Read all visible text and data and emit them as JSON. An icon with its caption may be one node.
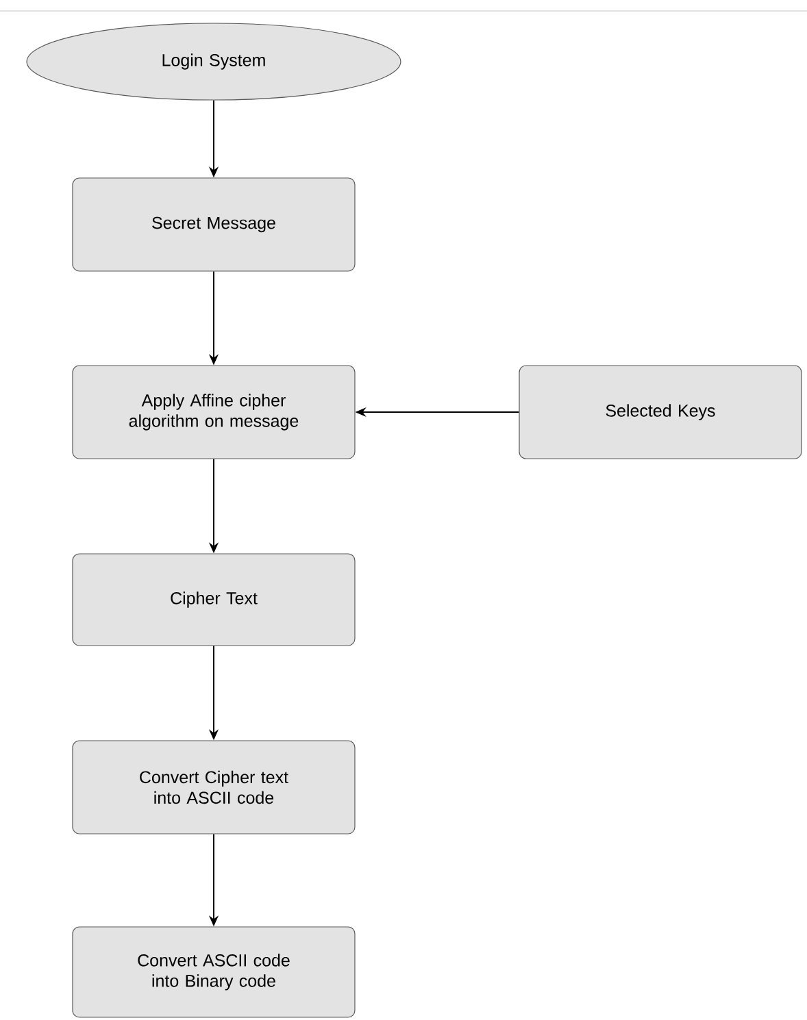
{
  "diagram": {
    "nodes": [
      {
        "text": [
          "Login System"
        ]
      },
      {
        "text": [
          "Secret Message"
        ]
      },
      {
        "text": [
          "Apply Affine cipher algorithm on message"
        ]
      },
      {
        "text": [
          "Cipher Text"
        ]
      },
      {
        "text": [
          "Convert Cipher text into ASCII code"
        ]
      },
      {
        "text": [
          "Convert ASCII code into Binary code"
        ]
      },
      {
        "text": [
          "Selected Keys"
        ]
      }
    ],
    "edges": [
      {
        "from": 0,
        "to": 1,
        "arrow": "to"
      },
      {
        "from": 1,
        "to": 2,
        "arrow": "to"
      },
      {
        "from": 6,
        "to": 2,
        "arrow": "to"
      },
      {
        "from": 2,
        "to": 3,
        "arrow": "to"
      },
      {
        "from": 3,
        "to": 4,
        "arrow": "to"
      },
      {
        "from": 4,
        "to": 5,
        "arrow": "to"
      }
    ]
  }
}
